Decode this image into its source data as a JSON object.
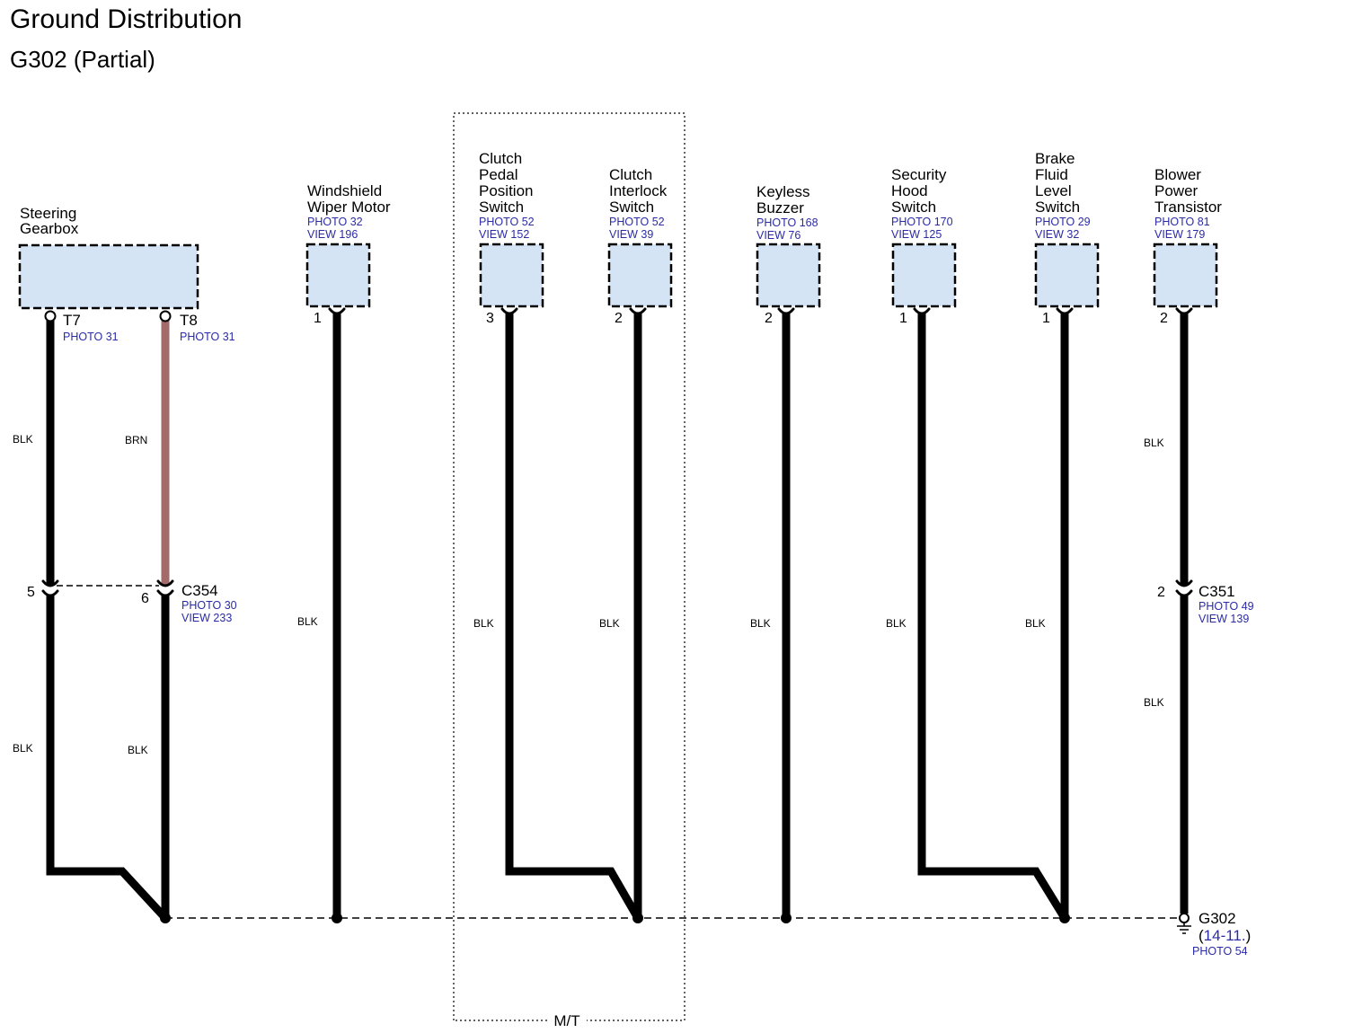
{
  "title": "Ground Distribution",
  "subtitle": "G302 (Partial)",
  "colors": {
    "component_fill": "#d4e4f5",
    "link": "#2b2ba6",
    "wire_blk": "#000000",
    "wire_brn": "#a26a68"
  },
  "components": {
    "steering_gearbox": {
      "name_lines": [
        "Steering",
        "Gearbox"
      ],
      "pins": [
        {
          "label": "T7",
          "photo": "PHOTO 31"
        },
        {
          "label": "T8",
          "photo": "PHOTO 31"
        }
      ]
    },
    "windshield_wiper_motor": {
      "name_lines": [
        "Windshield",
        "Wiper Motor"
      ],
      "photo": "PHOTO 32",
      "view": "VIEW 196",
      "pin": "1"
    },
    "clutch_pedal_position_switch": {
      "name_lines": [
        "Clutch",
        "Pedal",
        "Position",
        "Switch"
      ],
      "photo": "PHOTO 52",
      "view": "VIEW 152",
      "pin": "3"
    },
    "clutch_interlock_switch": {
      "name_lines": [
        "Clutch",
        "Interlock",
        "Switch"
      ],
      "photo": "PHOTO 52",
      "view": "VIEW 39",
      "pin": "2"
    },
    "keyless_buzzer": {
      "name_lines": [
        "Keyless",
        "Buzzer"
      ],
      "photo": "PHOTO 168",
      "view": "VIEW 76",
      "pin": "2"
    },
    "security_hood_switch": {
      "name_lines": [
        "Security",
        "Hood",
        "Switch"
      ],
      "photo": "PHOTO 170",
      "view": "VIEW 125",
      "pin": "1"
    },
    "brake_fluid_level_switch": {
      "name_lines": [
        "Brake",
        "Fluid",
        "Level",
        "Switch"
      ],
      "photo": "PHOTO 29",
      "view": "VIEW 32",
      "pin": "1"
    },
    "blower_power_transistor": {
      "name_lines": [
        "Blower",
        "Power",
        "Transistor"
      ],
      "photo": "PHOTO 81",
      "view": "VIEW 179",
      "pin": "2"
    }
  },
  "wires": {
    "steering_t7": {
      "upper": "BLK",
      "lower": "BLK"
    },
    "steering_t8": {
      "upper": "BRN",
      "lower": "BLK"
    },
    "windshield_wiper_motor": {
      "color": "BLK"
    },
    "clutch_pedal_position_switch": {
      "color": "BLK"
    },
    "clutch_interlock_switch": {
      "color": "BLK"
    },
    "keyless_buzzer": {
      "color": "BLK"
    },
    "security_hood_switch": {
      "color": "BLK"
    },
    "brake_fluid_level_switch": {
      "color": "BLK"
    },
    "blower_power_transistor": {
      "upper": "BLK",
      "lower": "BLK"
    }
  },
  "connectors": {
    "c354": {
      "name": "C354",
      "photo": "PHOTO 30",
      "view": "VIEW 233",
      "pins": [
        "5",
        "6"
      ]
    },
    "c351": {
      "name": "C351",
      "photo": "PHOTO 49",
      "view": "VIEW 139",
      "pin": "2"
    }
  },
  "ground": {
    "name": "G302",
    "ref_open": "(",
    "ref": "14-11.",
    "ref_close": ")",
    "photo": "PHOTO 54"
  },
  "option_group": {
    "label": "M/T"
  }
}
